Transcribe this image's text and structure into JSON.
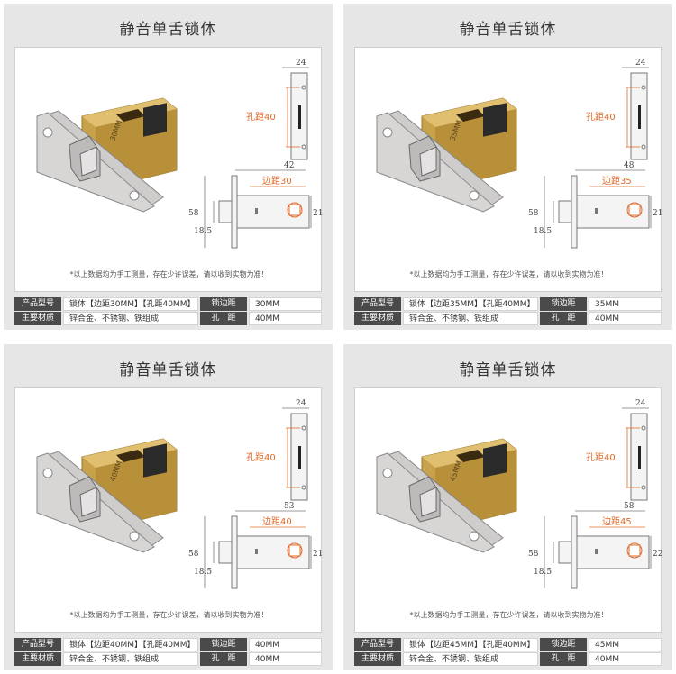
{
  "panels": [
    {
      "title": "静音单舌锁体",
      "note": "*以上数据均为手工测量，存在少许误差，请以收到实物为准！",
      "stamp": "30MM",
      "dims": {
        "top_width": "24",
        "hole_label": "孔距40",
        "width": "42",
        "edge_label": "边距30",
        "left_height": "58",
        "inner_height": "18.5",
        "right_height": "21"
      },
      "spec": {
        "model_label": "产品型号",
        "model_value": "锁体【边距30MM】【孔距40MM】",
        "edge_label": "锁边距",
        "edge_value": "30MM",
        "material_label": "主要材质",
        "material_value": "锌合金、不锈钢、铁组成",
        "hole_label": "孔　距",
        "hole_value": "40MM"
      }
    },
    {
      "title": "静音单舌锁体",
      "note": "*以上数据均为手工测量，存在少许误差，请以收到实物为准！",
      "stamp": "35MM",
      "dims": {
        "top_width": "24",
        "hole_label": "孔距40",
        "width": "48",
        "edge_label": "边距35",
        "left_height": "58",
        "inner_height": "18.5",
        "right_height": "21"
      },
      "spec": {
        "model_label": "产品型号",
        "model_value": "锁体【边距35MM】【孔距40MM】",
        "edge_label": "锁边距",
        "edge_value": "35MM",
        "material_label": "主要材质",
        "material_value": "锌合金、不锈钢、铁组成",
        "hole_label": "孔　距",
        "hole_value": "40MM"
      }
    },
    {
      "title": "静音单舌锁体",
      "note": "*以上数据均为手工测量，存在少许误差，请以收到实物为准！",
      "stamp": "40MM",
      "dims": {
        "top_width": "24",
        "hole_label": "孔距40",
        "width": "53",
        "edge_label": "边距40",
        "left_height": "58",
        "inner_height": "18.5",
        "right_height": "21"
      },
      "spec": {
        "model_label": "产品型号",
        "model_value": "锁体【边距40MM】【孔距40MM】",
        "edge_label": "锁边距",
        "edge_value": "40MM",
        "material_label": "主要材质",
        "material_value": "锌合金、不锈钢、铁组成",
        "hole_label": "孔　距",
        "hole_value": "40MM"
      }
    },
    {
      "title": "静音单舌锁体",
      "note": "*以上数据均为手工测量，存在少许误差，请以收到实物为准！",
      "stamp": "45MM",
      "dims": {
        "top_width": "24",
        "hole_label": "孔距40",
        "width": "58",
        "edge_label": "边距45",
        "left_height": "58",
        "inner_height": "18.5",
        "right_height": "22"
      },
      "spec": {
        "model_label": "产品型号",
        "model_value": "锁体【边距45MM】【孔距40MM】",
        "edge_label": "锁边距",
        "edge_value": "45MM",
        "material_label": "主要材质",
        "material_value": "锌合金、不锈钢、铁组成",
        "hole_label": "孔　距",
        "hole_value": "40MM"
      }
    }
  ],
  "colors": {
    "panel_bg": "#e6e6e6",
    "label_bg": "#4a4a4a",
    "dimension_orange": "#e06a2a",
    "brass": "#c8a24a",
    "steel": "#c9c6c6"
  }
}
